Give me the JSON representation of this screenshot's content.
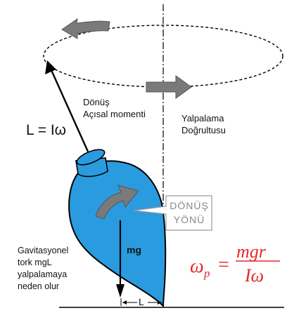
{
  "labels": {
    "angular_momentum_line1": "Dönüş",
    "angular_momentum_line2": "Açısal momenti",
    "angular_momentum_symbol": "L = Iω",
    "precession_line1": "Yalpalama",
    "precession_line2": "Doğrultusu",
    "spin_line1": "DÖNÜŞ",
    "spin_line2": "YÖNÜ",
    "weight": "mg",
    "lever_arm": "L",
    "torque_line1": "Gavitasyonel",
    "torque_line2": "tork mgL",
    "torque_line3": "yalpalamaya",
    "torque_line4": "neden olur"
  },
  "formula": {
    "lhs": "ω",
    "lhs_sub": "p",
    "equals": "=",
    "numerator": "mgr",
    "denominator": "Iω"
  },
  "colors": {
    "top_body": "#2b9be0",
    "formula": "#e8262b",
    "arrow_gray": "#7a7a7a",
    "outline": "#000000"
  }
}
